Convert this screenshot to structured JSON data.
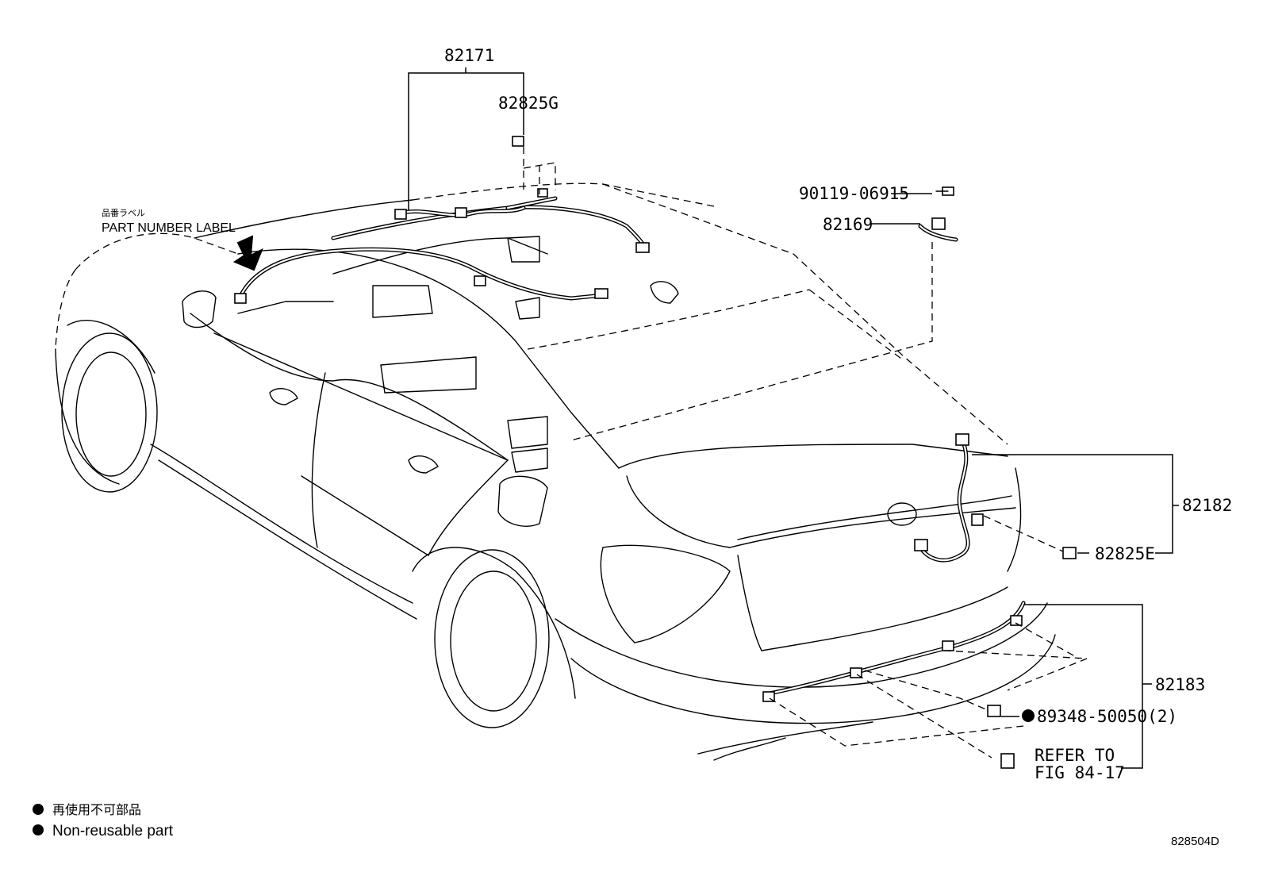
{
  "labels": {
    "harness_roof": "82171",
    "clamp_roof": "82825G",
    "bolt": "90119-06915",
    "ground_wire": "82169",
    "harness_trunk": "82182",
    "clamp_trunk": "82825E",
    "harness_bumper": "82183",
    "sensor_clip": "89348-50050(2)",
    "refer_line1": "REFER TO",
    "refer_line2": "FIG 84-17",
    "label_jp": "品番ラベル",
    "label_en": "PART NUMBER LABEL",
    "legend_jp": "再使用不可部品",
    "legend_en": "Non-reusable part",
    "figure_id": "828504D"
  }
}
